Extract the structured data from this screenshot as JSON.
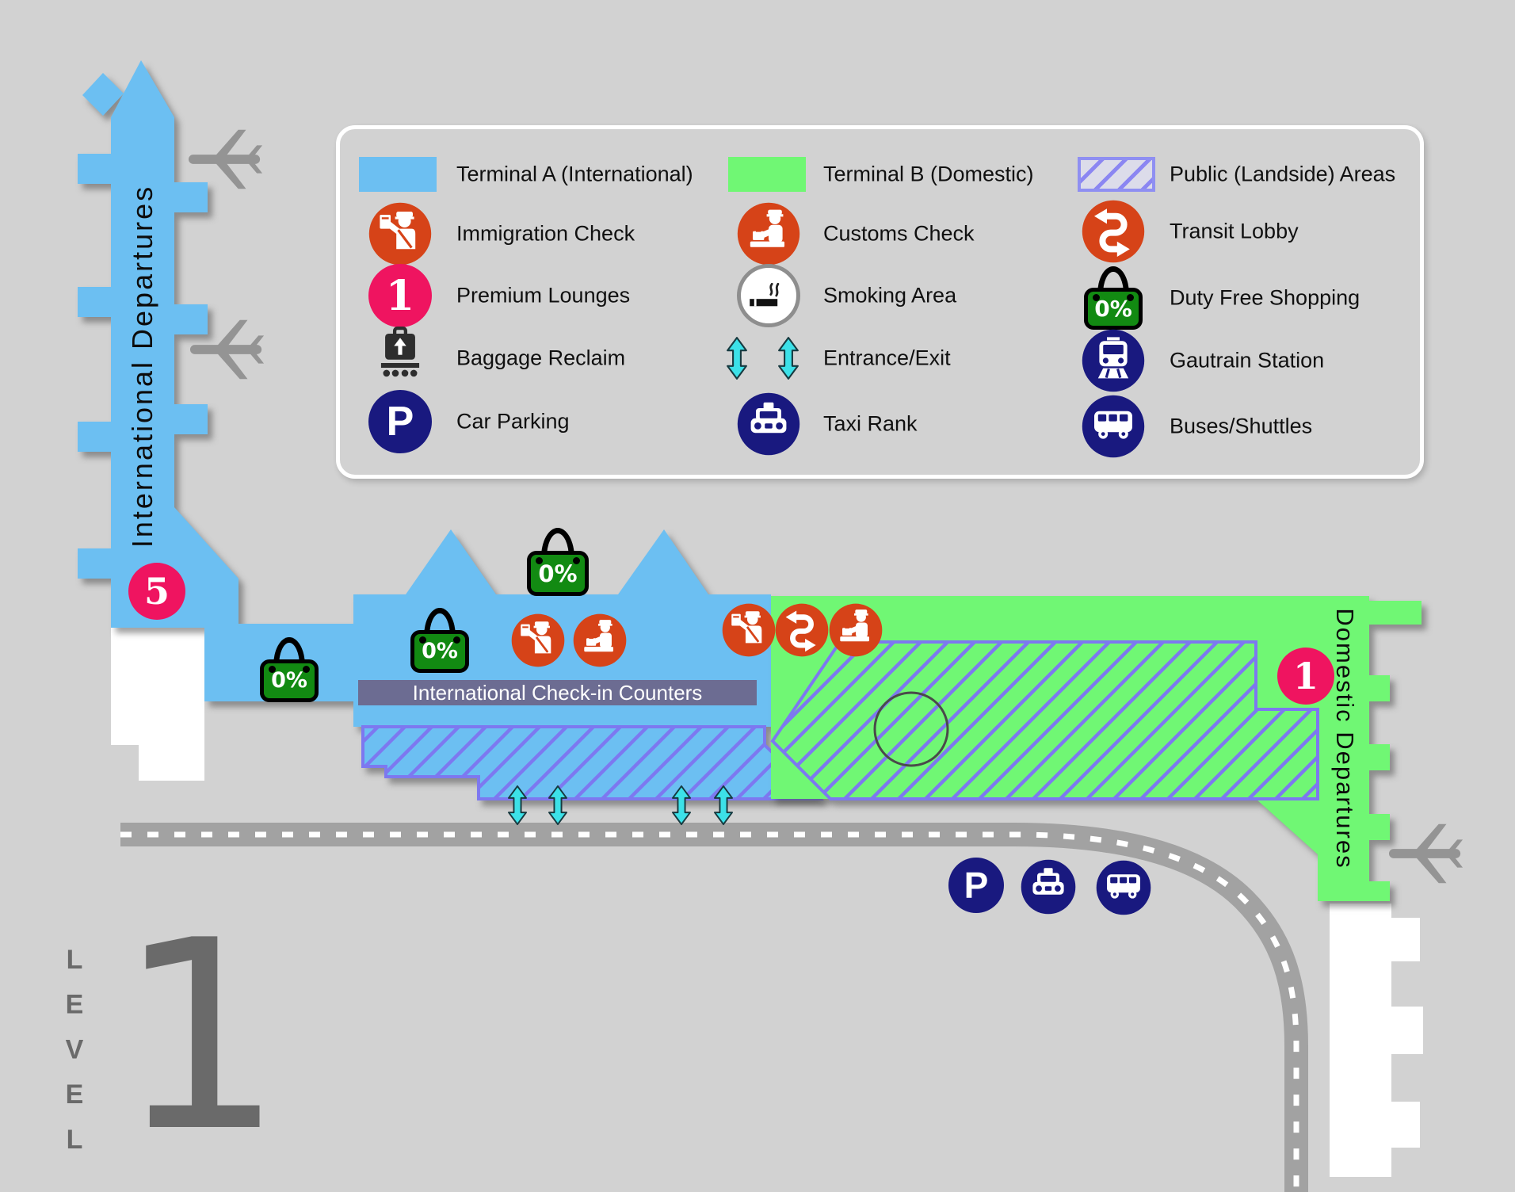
{
  "legend": {
    "areas": [
      {
        "name": "terminal-a",
        "label": "Terminal A (International)"
      },
      {
        "name": "terminal-b",
        "label": "Terminal B (Domestic)"
      },
      {
        "name": "public-landside",
        "label": "Public (Landside) Areas"
      }
    ],
    "items": [
      {
        "name": "immigration",
        "label": "Immigration Check"
      },
      {
        "name": "customs",
        "label": "Customs Check"
      },
      {
        "name": "transit",
        "label": "Transit Lobby"
      },
      {
        "name": "premium-lounges",
        "label": "Premium Lounges",
        "badge": "1"
      },
      {
        "name": "smoking",
        "label": "Smoking Area"
      },
      {
        "name": "duty-free",
        "label": "Duty Free Shopping",
        "badge": "0%"
      },
      {
        "name": "baggage",
        "label": "Baggage Reclaim"
      },
      {
        "name": "entrance",
        "label": "Entrance/Exit"
      },
      {
        "name": "gautrain",
        "label": "Gautrain Station"
      },
      {
        "name": "parking",
        "label": "Car Parking",
        "badge": "P"
      },
      {
        "name": "taxi",
        "label": "Taxi Rank"
      },
      {
        "name": "bus",
        "label": "Buses/Shuttles"
      }
    ]
  },
  "map": {
    "international_pier_label": "International Departures",
    "domestic_pier_label": "Domestic Departures",
    "checkin_counters_label": "International Check-in Counters",
    "level_word": "LEVEL",
    "level_number": "1",
    "duty_free_badge": "0%",
    "parking_badge": "P",
    "premium_lounge_markers": [
      {
        "value": "5"
      },
      {
        "value": "1"
      }
    ]
  },
  "colors": {
    "background": "#d2d2d2",
    "terminal_a_blue": "#6cbff2",
    "terminal_b_green": "#70f774",
    "landside_hatch_violet": "#7d78f0",
    "accent_orange": "#d64318",
    "accent_pink": "#ef1460",
    "accent_navy": "#19197f",
    "entrance_cyan": "#3ce1e8",
    "checkin_bar": "#6c6c92",
    "road_gray": "#a2a2a2"
  }
}
